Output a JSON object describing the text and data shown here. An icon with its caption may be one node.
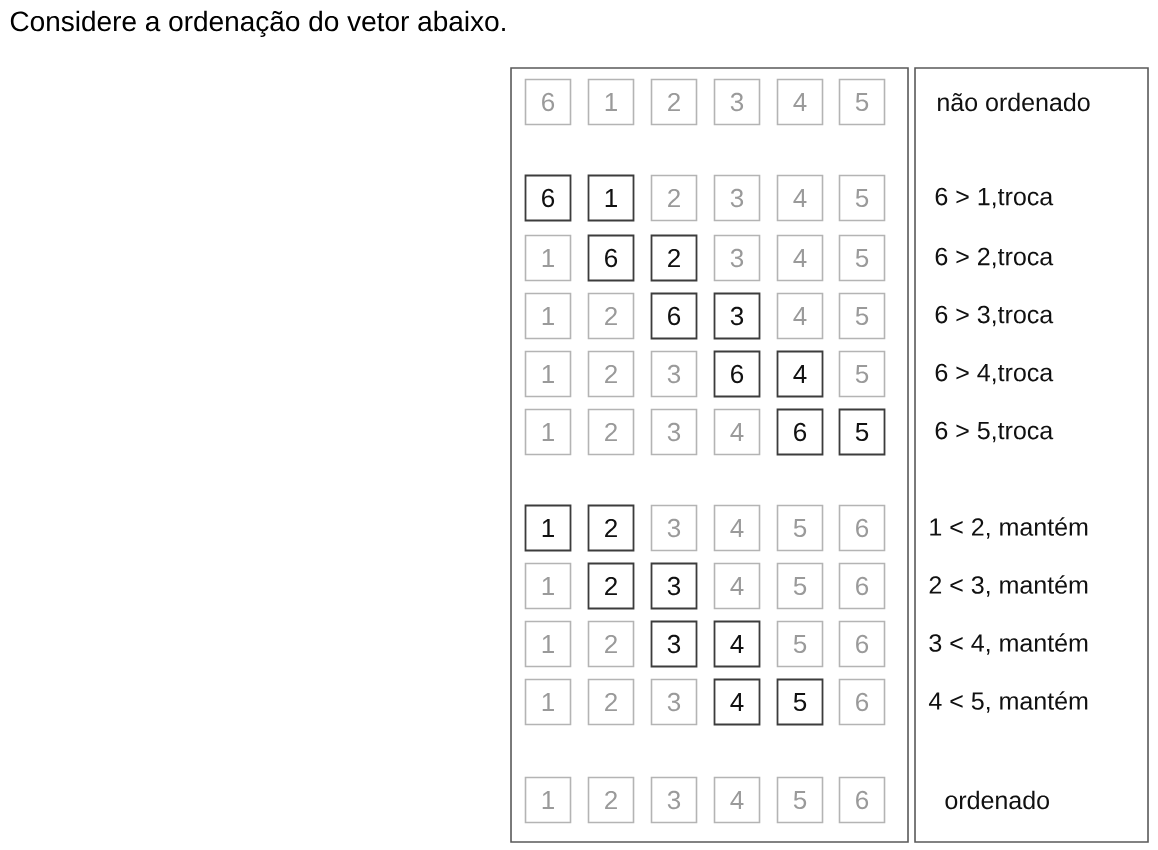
{
  "diagram": {
    "title": "Considere a ordenação do vetor abaixo.",
    "nodes": [
      {
        "text": [],
        "shape": "box"
      },
      {
        "text": [
          "6"
        ],
        "in": 0
      },
      {
        "text": [
          "1"
        ],
        "in": 0
      },
      {
        "text": [
          "2"
        ],
        "in": 0
      },
      {
        "text": [
          "3"
        ],
        "in": 0
      },
      {
        "text": [
          "4"
        ],
        "in": 0
      },
      {
        "text": [
          "5"
        ],
        "in": 0
      },
      {
        "text": [
          "6"
        ],
        "in": 0
      },
      {
        "text": [
          "1"
        ],
        "in": 0
      },
      {
        "text": [
          "2"
        ],
        "in": 0
      },
      {
        "text": [
          "3"
        ],
        "in": 0
      },
      {
        "text": [
          "4"
        ],
        "in": 0
      },
      {
        "text": [
          "5"
        ],
        "in": 0
      },
      {
        "text": [
          "1"
        ],
        "in": 0
      },
      {
        "text": [
          "6"
        ],
        "in": 0
      },
      {
        "text": [
          "2"
        ],
        "in": 0
      },
      {
        "text": [
          "3"
        ],
        "in": 0
      },
      {
        "text": [
          "4"
        ],
        "in": 0
      },
      {
        "text": [
          "5"
        ],
        "in": 0
      },
      {
        "text": [
          "1"
        ],
        "in": 0
      },
      {
        "text": [
          "2"
        ],
        "in": 0
      },
      {
        "text": [
          "6"
        ],
        "in": 0
      },
      {
        "text": [
          "3"
        ],
        "in": 0
      },
      {
        "text": [
          "4"
        ],
        "in": 0
      },
      {
        "text": [
          "5"
        ],
        "in": 0
      },
      {
        "text": [
          "1"
        ],
        "in": 0
      },
      {
        "text": [
          "2"
        ],
        "in": 0
      },
      {
        "text": [
          "3"
        ],
        "in": 0
      },
      {
        "text": [
          "6"
        ],
        "in": 0
      },
      {
        "text": [
          "4"
        ],
        "in": 0
      },
      {
        "text": [
          "5"
        ],
        "in": 0
      },
      {
        "text": [
          "1"
        ],
        "in": 0
      },
      {
        "text": [
          "2"
        ],
        "in": 0
      },
      {
        "text": [
          "3"
        ],
        "in": 0
      },
      {
        "text": [
          "4"
        ],
        "in": 0
      },
      {
        "text": [
          "6"
        ],
        "in": 0
      },
      {
        "text": [
          "5"
        ],
        "in": 0
      },
      {
        "text": [
          "1"
        ],
        "in": 0
      },
      {
        "text": [
          "2"
        ],
        "in": 0
      },
      {
        "text": [
          "3"
        ],
        "in": 0
      },
      {
        "text": [
          "4"
        ],
        "in": 0
      },
      {
        "text": [
          "5"
        ],
        "in": 0
      },
      {
        "text": [
          "6"
        ],
        "in": 0
      },
      {
        "text": [
          "1"
        ],
        "in": 0
      },
      {
        "text": [
          "2"
        ],
        "in": 0
      },
      {
        "text": [
          "3"
        ],
        "in": 0
      },
      {
        "text": [
          "4"
        ],
        "in": 0
      },
      {
        "text": [
          "5"
        ],
        "in": 0
      },
      {
        "text": [
          "6"
        ],
        "in": 0
      },
      {
        "text": [
          "1"
        ],
        "in": 0
      },
      {
        "text": [
          "2"
        ],
        "in": 0
      },
      {
        "text": [
          "3"
        ],
        "in": 0
      },
      {
        "text": [
          "4"
        ],
        "in": 0
      },
      {
        "text": [
          "5"
        ],
        "in": 0
      },
      {
        "text": [
          "6"
        ],
        "in": 0
      },
      {
        "text": [
          "1"
        ],
        "in": 0
      },
      {
        "text": [
          "2"
        ],
        "in": 0
      },
      {
        "text": [
          "3"
        ],
        "in": 0
      },
      {
        "text": [
          "4"
        ],
        "in": 0
      },
      {
        "text": [
          "5"
        ],
        "in": 0
      },
      {
        "text": [
          "6"
        ],
        "in": 0
      },
      {
        "text": [
          "1"
        ],
        "in": 0
      },
      {
        "text": [
          "2"
        ],
        "in": 0
      },
      {
        "text": [
          "3"
        ],
        "in": 0
      },
      {
        "text": [
          "4"
        ],
        "in": 0
      },
      {
        "text": [
          "5"
        ],
        "in": 0
      },
      {
        "text": [
          "6"
        ],
        "in": 0
      },
      {
        "text": [
          "não ordenado",
          "6 > 1,troca",
          "6 > 2,troca",
          "6 > 3,troca",
          "6 > 4,troca",
          "6 > 5,troca",
          "1 < 2, mantém",
          "2 < 3, mantém",
          "3 < 4, mantém",
          "4 < 5, mantém",
          "ordenado"
        ]
      }
    ]
  }
}
